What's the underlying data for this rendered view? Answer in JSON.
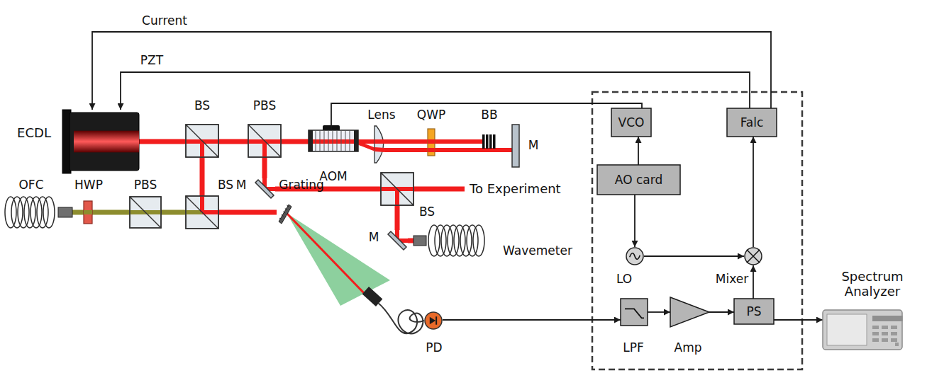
{
  "diagram": {
    "nodes": [
      {
        "text": [
          "ECDL"
        ]
      },
      {
        "text": [
          "BS"
        ]
      },
      {
        "text": [
          "PBS"
        ]
      },
      {
        "text": [
          "AOM"
        ]
      },
      {
        "text": [
          "Lens"
        ]
      },
      {
        "text": [
          "QWP"
        ]
      },
      {
        "text": [
          "BB"
        ]
      },
      {
        "text": [
          "M"
        ]
      },
      {
        "text": [
          "M"
        ]
      },
      {
        "text": [
          "BS"
        ]
      },
      {
        "text": [
          "M"
        ]
      },
      {
        "text": [
          "Wavemeter"
        ]
      },
      {
        "text": [
          "OFC"
        ]
      },
      {
        "text": [
          "HWP"
        ]
      },
      {
        "text": [
          "PBS"
        ]
      },
      {
        "text": [
          "BS"
        ]
      },
      {
        "text": [
          "Grating"
        ]
      },
      {
        "text": [
          "PD"
        ]
      },
      {
        "text": [
          "VCO"
        ]
      },
      {
        "text": [
          "Falc"
        ]
      },
      {
        "text": [
          "AO card"
        ]
      },
      {
        "text": [
          "LO"
        ]
      },
      {
        "text": [
          "Mixer"
        ]
      },
      {
        "text": [
          "PS"
        ]
      },
      {
        "text": [
          "LPF"
        ]
      },
      {
        "text": [
          "Amp"
        ]
      },
      {
        "text": [
          "Spectrum Analyzer"
        ]
      }
    ],
    "edges": [
      {
        "from": 19,
        "to": 0,
        "arrow": "to",
        "label": "Current"
      },
      {
        "from": 19,
        "to": 0,
        "arrow": "to",
        "label": "PZT"
      },
      {
        "from": 18,
        "to": 3,
        "arrow": "none"
      },
      {
        "from": 20,
        "to": 18,
        "arrow": "to"
      },
      {
        "from": 20,
        "to": 21,
        "arrow": "to"
      },
      {
        "from": 21,
        "to": 22,
        "arrow": "to"
      },
      {
        "from": 22,
        "to": 19,
        "arrow": "to"
      },
      {
        "from": 23,
        "to": 22,
        "arrow": "to"
      },
      {
        "from": 17,
        "to": 24,
        "arrow": "to"
      },
      {
        "from": 24,
        "to": 25,
        "arrow": "to"
      },
      {
        "from": 25,
        "to": 23,
        "arrow": "to"
      },
      {
        "from": 23,
        "to": 26,
        "arrow": "to"
      },
      {
        "from": 0,
        "to": 1,
        "arrow": "none"
      },
      {
        "from": 1,
        "to": 2,
        "arrow": "none"
      },
      {
        "from": 2,
        "to": 3,
        "arrow": "none"
      },
      {
        "from": 3,
        "to": 4,
        "arrow": "none"
      },
      {
        "from": 4,
        "to": 5,
        "arrow": "none"
      },
      {
        "from": 5,
        "to": 6,
        "arrow": "none"
      },
      {
        "from": 5,
        "to": 7,
        "arrow": "none"
      },
      {
        "from": 1,
        "to": 15,
        "arrow": "none"
      },
      {
        "from": 2,
        "to": 8,
        "arrow": "none"
      },
      {
        "from": 8,
        "to": 9,
        "arrow": "none"
      },
      {
        "from": 9,
        "to": 10,
        "arrow": "none"
      },
      {
        "from": 10,
        "to": 11,
        "arrow": "none"
      },
      {
        "from": 12,
        "to": 13,
        "arrow": "none"
      },
      {
        "from": 13,
        "to": 14,
        "arrow": "none"
      },
      {
        "from": 14,
        "to": 15,
        "arrow": "none"
      },
      {
        "from": 15,
        "to": 16,
        "arrow": "none"
      }
    ],
    "labels": [
      "To Experiment"
    ]
  }
}
